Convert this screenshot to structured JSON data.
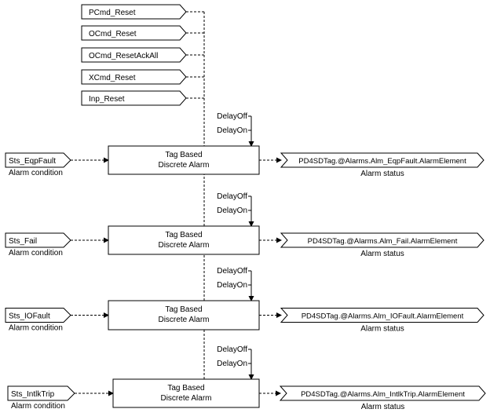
{
  "reset_inputs": [
    "PCmd_Reset",
    "OCmd_Reset",
    "OCmd_ResetAckAll",
    "XCmd_Reset",
    "Inp_Reset"
  ],
  "alarms": [
    {
      "input": "Sts_EqpFault",
      "input_caption": "Alarm condition",
      "block_line1": "Tag Based",
      "block_line2": "Discrete Alarm",
      "delay_off": "DelayOff",
      "delay_on": "DelayOn",
      "output": "PD4SDTag.@Alarms.Alm_EqpFault.AlarmElement",
      "output_caption": "Alarm status"
    },
    {
      "input": "Sts_Fail",
      "input_caption": "Alarm condition",
      "block_line1": "Tag Based",
      "block_line2": "Discrete Alarm",
      "delay_off": "DelayOff",
      "delay_on": "DelayOn",
      "output": "PD4SDTag.@Alarms.Alm_Fail.AlarmElement",
      "output_caption": "Alarm status"
    },
    {
      "input": "Sts_IOFault",
      "input_caption": "Alarm condition",
      "block_line1": "Tag Based",
      "block_line2": "Discrete Alarm",
      "delay_off": "DelayOff",
      "delay_on": "DelayOn",
      "output": "PD4SDTag.@Alarms.Alm_IOFault.AlarmElement",
      "output_caption": "Alarm status"
    },
    {
      "input": "Sts_IntlkTrip",
      "input_caption": "Alarm condition",
      "block_line1": "Tag Based",
      "block_line2": "Discrete Alarm",
      "delay_off": "DelayOff",
      "delay_on": "DelayOn",
      "output": "PD4SDTag.@Alarms.Alm_IntlkTrip.AlarmElement",
      "output_caption": "Alarm status"
    }
  ]
}
